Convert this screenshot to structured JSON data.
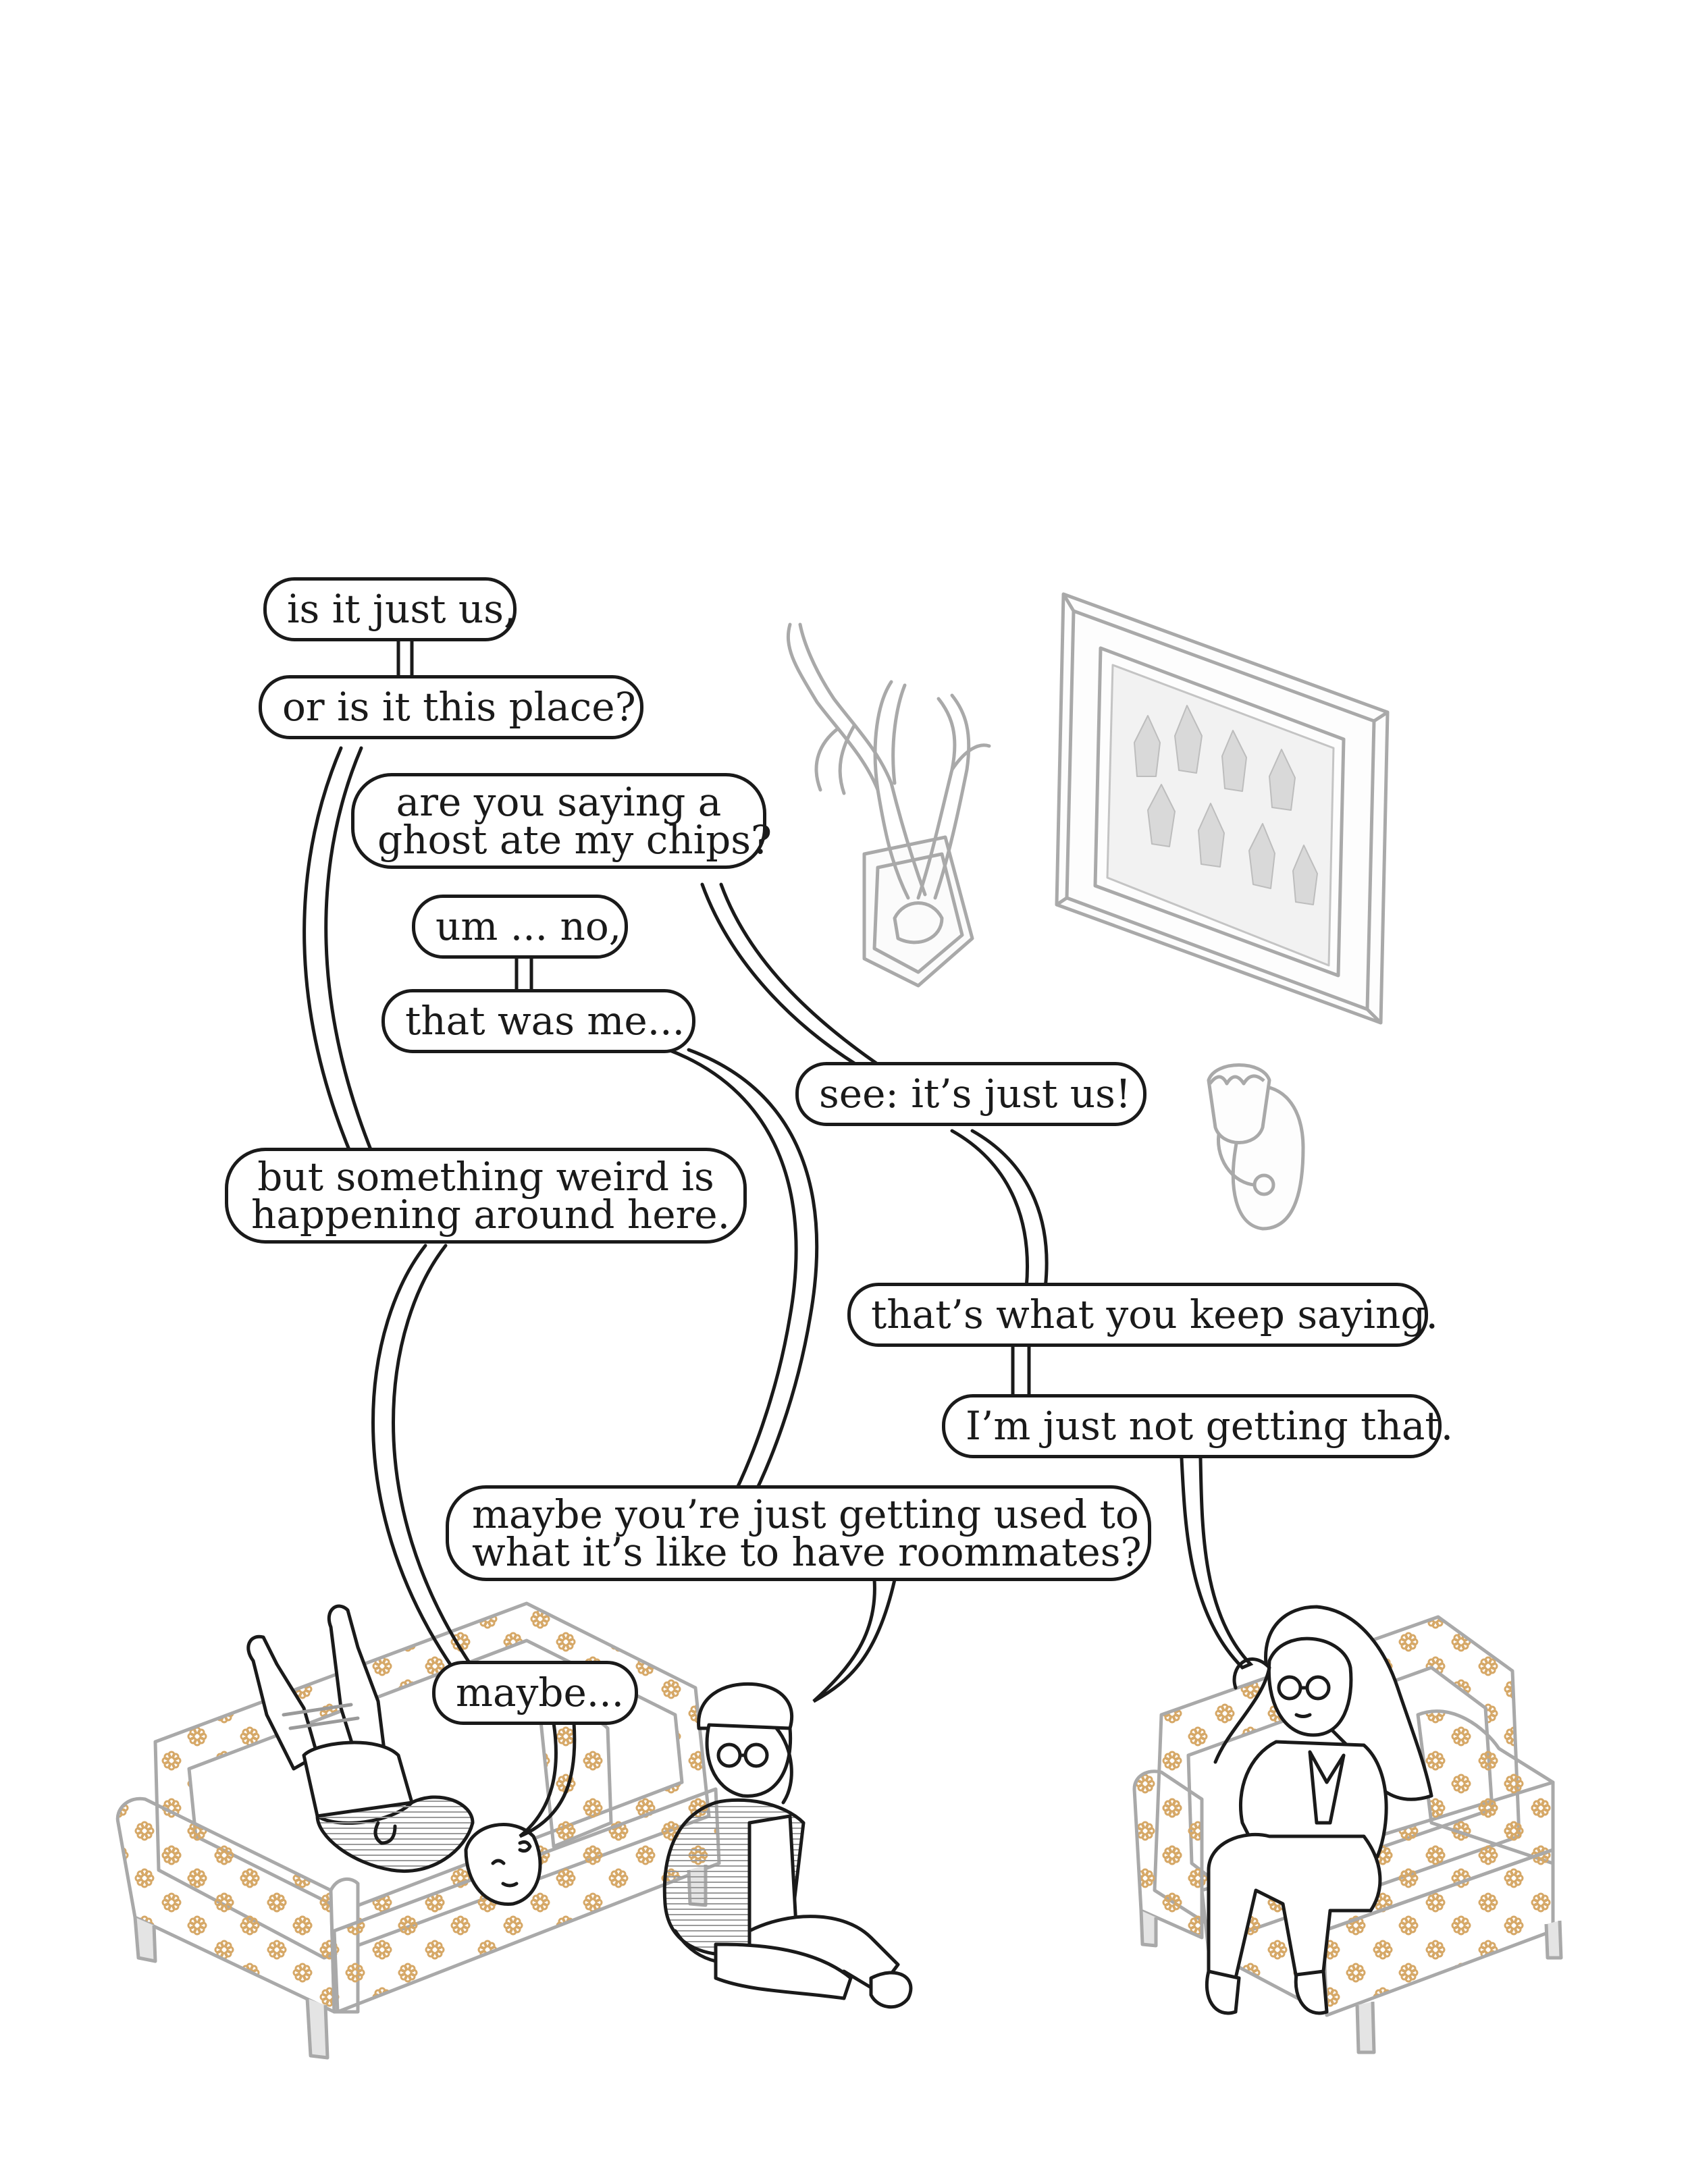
{
  "colors": {
    "ink": "#1a1a1a",
    "furniture_outline": "#a9a9a9",
    "flower_pattern": "#d6a867",
    "background": "#ffffff"
  },
  "dialogue": [
    {
      "id": "b1",
      "lines": [
        "is it just us,"
      ]
    },
    {
      "id": "b2",
      "lines": [
        "or is it this place?"
      ]
    },
    {
      "id": "b3",
      "lines": [
        "are you saying a",
        "ghost ate my chips?"
      ]
    },
    {
      "id": "b4",
      "lines": [
        "um ... no,"
      ]
    },
    {
      "id": "b5",
      "lines": [
        "that was me..."
      ]
    },
    {
      "id": "b6",
      "lines": [
        "see: it’s just us!"
      ]
    },
    {
      "id": "b7",
      "lines": [
        "but something weird is",
        "happening around here."
      ]
    },
    {
      "id": "b8",
      "lines": [
        "that’s what you keep saying."
      ]
    },
    {
      "id": "b9",
      "lines": [
        "I’m just not getting that."
      ]
    },
    {
      "id": "b10",
      "lines": [
        "maybe you’re just getting used to",
        "what it’s like to have roommates?"
      ]
    },
    {
      "id": "b11",
      "lines": [
        "maybe..."
      ]
    }
  ],
  "icons": {
    "antlers": "antler-mount-icon",
    "painting": "framed-painting-icon",
    "sconce": "wall-sconce-icon",
    "sofa": "sofa-icon",
    "armchair": "armchair-icon"
  }
}
